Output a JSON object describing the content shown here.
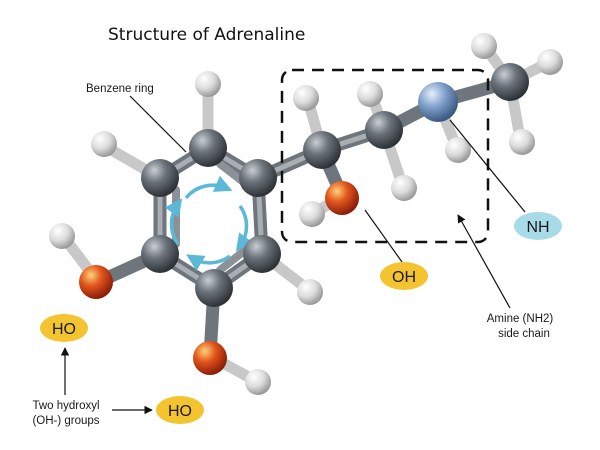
{
  "title": "Structure of Adrenaline",
  "labels": {
    "benzene_ring": "Benzene ring",
    "hydroxyl_line1": "Two hydroxyl",
    "hydroxyl_line2": "(OH-) groups",
    "amine_line1": "Amine (NH2)",
    "amine_line2": "side chain"
  },
  "tags": {
    "ho_left": "HO",
    "ho_bottom": "HO",
    "oh_side": "OH",
    "nh": "NH"
  },
  "colors": {
    "hydroxyl_tag": "#f4c430",
    "nh_tag": "#a8dbe8",
    "carbon": "#5a6068",
    "oxygen": "#d8421a",
    "nitrogen": "#7a9cc6",
    "hydrogen": "#d9d9d9",
    "ring_arrows": "#5bb8d6"
  }
}
